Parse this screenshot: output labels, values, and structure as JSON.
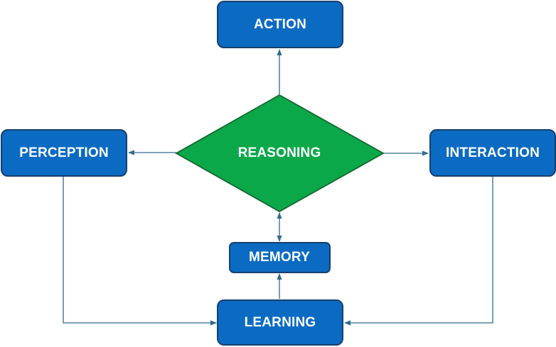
{
  "diagram": {
    "nodes": {
      "action": {
        "label": "ACTION",
        "color": "#0b6bc2"
      },
      "reasoning": {
        "label": "REASONING",
        "color": "#0ba84a"
      },
      "perception": {
        "label": "PERCEPTION",
        "color": "#0b6bc2"
      },
      "interaction": {
        "label": "INTERACTION",
        "color": "#0b6bc2"
      },
      "memory": {
        "label": "MEMORY",
        "color": "#0b6bc2"
      },
      "learning": {
        "label": "LEARNING",
        "color": "#0b6bc2"
      }
    },
    "edges": [
      {
        "from": "REASONING",
        "to": "ACTION"
      },
      {
        "from": "REASONING",
        "to": "PERCEPTION"
      },
      {
        "from": "REASONING",
        "to": "INTERACTION"
      },
      {
        "from": "REASONING",
        "to": "MEMORY",
        "bidirectional": true
      },
      {
        "from": "LEARNING",
        "to": "MEMORY"
      },
      {
        "from": "PERCEPTION",
        "to": "LEARNING"
      },
      {
        "from": "INTERACTION",
        "to": "LEARNING"
      }
    ],
    "edge_color": "#2f6b8f"
  }
}
